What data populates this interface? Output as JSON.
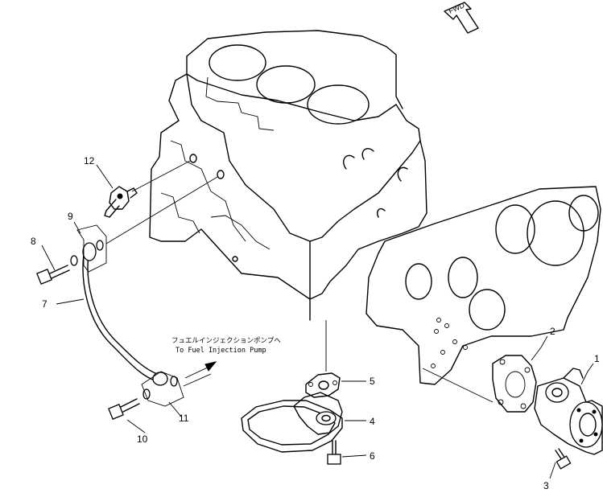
{
  "fwd_label": "FWD",
  "note": {
    "japanese": "フュエルインジェクションポンプへ",
    "english": "To Fuel Injection Pump"
  },
  "part_numbers": {
    "p1": "1",
    "p2": "2",
    "p3": "3",
    "p4": "4",
    "p5": "5",
    "p6": "6",
    "p7": "7",
    "p8": "8",
    "p9": "9",
    "p10": "10",
    "p11": "11",
    "p12": "12"
  }
}
